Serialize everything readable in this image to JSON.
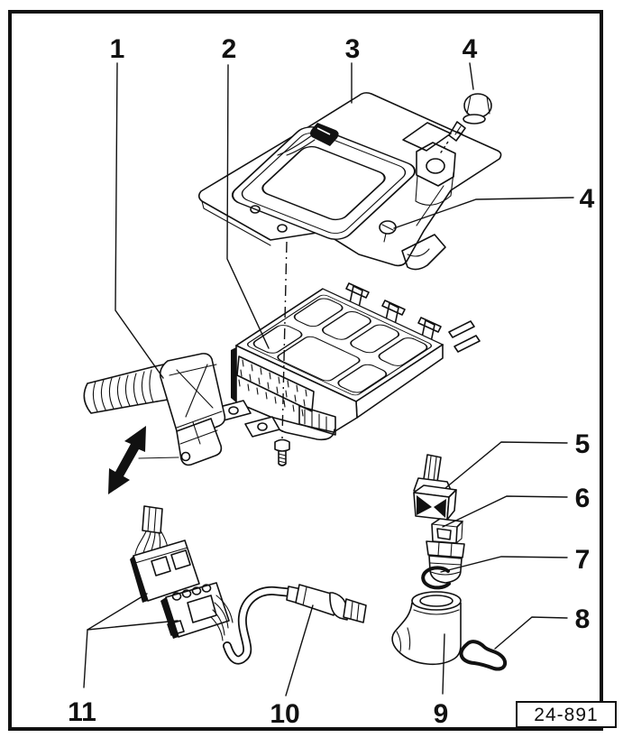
{
  "diagram": {
    "type": "exploded-parts-diagram",
    "figure_ref": "24-891",
    "colors": {
      "ink": "#111111",
      "paper": "#ffffff"
    },
    "callouts": [
      {
        "label": "1"
      },
      {
        "label": "2"
      },
      {
        "label": "3"
      },
      {
        "label": "4"
      },
      {
        "label": "4"
      },
      {
        "label": "5"
      },
      {
        "label": "6"
      },
      {
        "label": "7"
      },
      {
        "label": "8"
      },
      {
        "label": "9"
      },
      {
        "label": "10"
      },
      {
        "label": "11"
      }
    ]
  }
}
